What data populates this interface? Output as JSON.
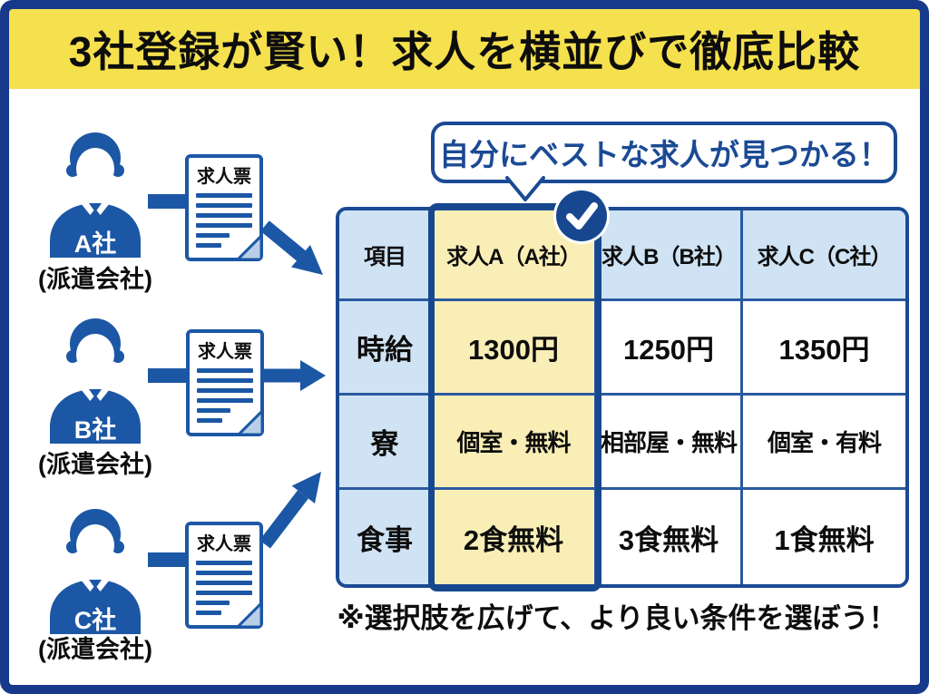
{
  "banner": {
    "title": "3社登録が賢い！求人を横並びで徹底比較"
  },
  "callout": {
    "text": "自分にベストな求人が見つかる！"
  },
  "footnote": {
    "text": "※選択肢を広げて、より良い条件を選ぼう！"
  },
  "agencies": [
    {
      "name": "A社",
      "type_label": "(派遣会社)",
      "doc_label": "求人票"
    },
    {
      "name": "B社",
      "type_label": "(派遣会社)",
      "doc_label": "求人票"
    },
    {
      "name": "C社",
      "type_label": "(派遣会社)",
      "doc_label": "求人票"
    }
  ],
  "chart_data": {
    "type": "table",
    "columns": [
      "項目",
      "求人A（A社）",
      "求人B（B社）",
      "求人C（C社）"
    ],
    "rows": [
      [
        "時給",
        "1300円",
        "1250円",
        "1350円"
      ],
      [
        "寮",
        "個室・無料",
        "相部屋・無料",
        "個室・有料"
      ],
      [
        "食事",
        "2食無料",
        "3食無料",
        "1食無料"
      ]
    ],
    "highlighted_column": "求人A（A社）",
    "highlight_note": "check-badge on 求人A column"
  },
  "colors": {
    "frame_blue": "#16398c",
    "banner_yellow": "#f5e04e",
    "icon_blue": "#1c57a5",
    "table_border_blue": "#1b4a94",
    "cell_light_blue": "#cfe3f4",
    "highlight_yellow": "#f9efb6",
    "fold_light_blue": "#b9cfe8",
    "callout_blue": "#1b4a94"
  }
}
